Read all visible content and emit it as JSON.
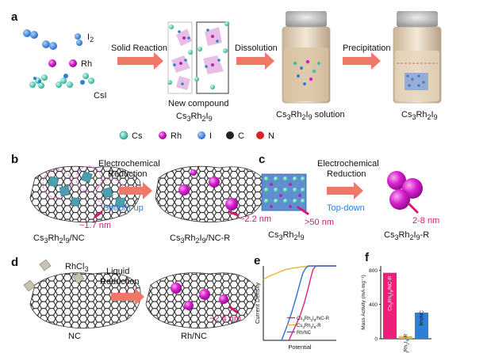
{
  "panels": {
    "a": {
      "letter": "a",
      "reactant_i2": "I",
      "reactant_i2_sub": "2",
      "reactant_rh": "Rh",
      "reactant_csi": "CsI",
      "arrow1": "Solid Reaction",
      "arrow2": "Dissolution",
      "arrow3": "Precipitation",
      "compound_line1": "New compound",
      "compound_line2": {
        "a": "Cs",
        "b": "3",
        "c": "Rh",
        "d": "2",
        "e": "I",
        "f": "9"
      },
      "solution_label": {
        "a": "Cs",
        "b": "3",
        "c": "Rh",
        "d": "2",
        "e": "I",
        "f": "9",
        "g": " solution"
      },
      "product_label": {
        "a": "Cs",
        "b": "3",
        "c": "Rh",
        "d": "2",
        "e": "I",
        "f": "9"
      },
      "legend": [
        {
          "label": "Cs",
          "color": "#3cc4a8"
        },
        {
          "label": "Rh",
          "color": "#d61ad2"
        },
        {
          "label": "I",
          "color": "#2f7fd6"
        },
        {
          "label": "C",
          "color": "#111111"
        },
        {
          "label": "N",
          "color": "#d6262a"
        }
      ]
    },
    "b": {
      "letter": "b",
      "arrow_line1": "Electrochemical",
      "arrow_line2": "Reduction",
      "approach": "Bottom-up",
      "size_left": "~1.7 nm",
      "size_right": "~2.2 nm",
      "left_label": {
        "a": "Cs",
        "b": "3",
        "c": "Rh",
        "d": "2",
        "e": "I",
        "f": "9",
        "g": "/NC"
      },
      "right_label": {
        "a": "Cs",
        "b": "3",
        "c": "Rh",
        "d": "2",
        "e": "I",
        "f": "9",
        "g": "/NC-R"
      }
    },
    "c": {
      "letter": "c",
      "arrow_line1": "Electrochemical",
      "arrow_line2": "Reduction",
      "approach": "Top-down",
      "size_left": ">50 nm",
      "size_right": "2-8 nm",
      "left_label": {
        "a": "Cs",
        "b": "3",
        "c": "Rh",
        "d": "2",
        "e": "I",
        "f": "9"
      },
      "right_label": {
        "a": "Cs",
        "b": "3",
        "c": "Rh",
        "d": "2",
        "e": "I",
        "f": "9",
        "g": "-R"
      }
    },
    "d": {
      "letter": "d",
      "reagent": "RhCl",
      "reagent_sub": "3",
      "arrow_line1": "Liquid",
      "arrow_line2": "Reduction",
      "size_right": "~2.4 nm",
      "left_label": "NC",
      "right_label": "Rh/NC"
    },
    "e": {
      "letter": "e"
    },
    "f": {
      "letter": "f"
    }
  },
  "chart_data": [
    {
      "type": "line",
      "panel": "e",
      "xlabel": "Potential",
      "ylabel": "Current Density",
      "x_ticks": [],
      "y_ticks": [],
      "legend_placement": "bottom-right",
      "series": [
        {
          "name": "Cs3Rh2I9/NC-R",
          "legend": {
            "a": "Cs",
            "b": "3",
            "c": "Rh",
            "d": "2",
            "e": "I",
            "f": "9",
            "g": "/NC-R"
          },
          "color": "#e0207a",
          "points": [
            [
              0.35,
              0.0
            ],
            [
              0.42,
              0.15
            ],
            [
              0.5,
              0.32
            ],
            [
              0.56,
              0.5
            ],
            [
              0.61,
              0.68
            ],
            [
              0.65,
              0.84
            ],
            [
              0.68,
              0.95
            ],
            [
              0.71,
              0.99
            ],
            [
              0.74,
              1.0
            ],
            [
              1.0,
              1.0
            ]
          ]
        },
        {
          "name": "Cs3Rh2I9-R",
          "legend": {
            "a": "Cs",
            "b": "3",
            "c": "Rh",
            "d": "2",
            "e": "I",
            "f": "9",
            "g": "-R"
          },
          "color": "#e8b43a",
          "points": [
            [
              0.0,
              0.82
            ],
            [
              0.1,
              0.87
            ],
            [
              0.2,
              0.91
            ],
            [
              0.3,
              0.95
            ],
            [
              0.4,
              0.97
            ],
            [
              0.5,
              0.985
            ],
            [
              0.6,
              0.995
            ],
            [
              0.7,
              1.0
            ],
            [
              1.0,
              1.0
            ]
          ]
        },
        {
          "name": "Rh/NC",
          "legend": "Rh/NC",
          "color": "#2f6fd6",
          "points": [
            [
              0.25,
              0.0
            ],
            [
              0.32,
              0.18
            ],
            [
              0.39,
              0.38
            ],
            [
              0.45,
              0.58
            ],
            [
              0.5,
              0.76
            ],
            [
              0.54,
              0.9
            ],
            [
              0.58,
              0.97
            ],
            [
              0.62,
              1.0
            ],
            [
              1.0,
              1.0
            ]
          ]
        }
      ]
    },
    {
      "type": "bar",
      "panel": "f",
      "ylabel": "Mass Activity (mA mg⁻¹)",
      "ylim": [
        0,
        850
      ],
      "y_ticks": [
        0,
        400,
        800
      ],
      "categories": [
        "Cs3Rh2I9/NC-R",
        "Cs3Rh2I9-R",
        "Rh/NC"
      ],
      "category_labels": [
        {
          "a": "Cs",
          "b": "3",
          "c": "Rh",
          "d": "2",
          "e": "I",
          "f": "9",
          "g": "/NC-R"
        },
        {
          "a": "Cs",
          "b": "3",
          "c": "Rh",
          "d": "2",
          "e": "I",
          "f": "9",
          "g": "-R"
        },
        "Rh/NC"
      ],
      "values": [
        770,
        30,
        305
      ],
      "colors": [
        "#ee1f78",
        "#e8b43a",
        "#2f7fd6"
      ]
    }
  ]
}
